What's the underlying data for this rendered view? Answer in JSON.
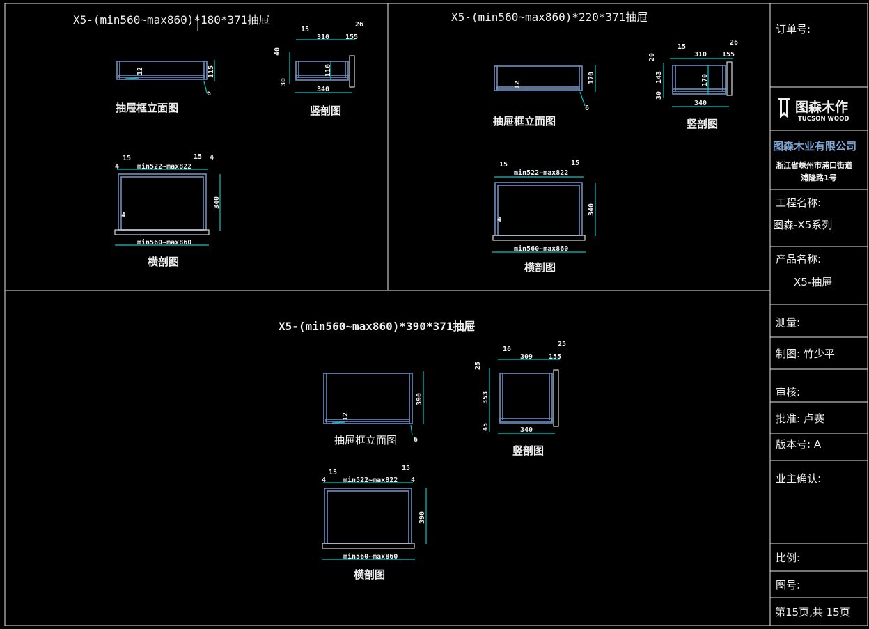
{
  "panels": [
    {
      "title": "X5-(min560~max860)*180*371抽屉",
      "elevation": {
        "label": "抽屉框立面图",
        "d_bottom": "12",
        "d_height": "115",
        "d_gap": "6"
      },
      "section": {
        "label": "竖剖图",
        "d_a": "15",
        "d_b": "310",
        "d_c": "155",
        "d_d": "26",
        "d_top": "40",
        "d_bot": "30",
        "d_inner": "110",
        "d_width": "340"
      },
      "plan": {
        "label": "横剖图",
        "d_l15": "15",
        "d_r15": "15",
        "d_r4": "4",
        "d_l4": "4",
        "d_inner_w": "min522~max822",
        "d_depth": "340",
        "d_b4": "4",
        "d_outer_w": "min560~max860"
      }
    },
    {
      "title": "X5-(min560~max860)*220*371抽屉",
      "elevation": {
        "label": "抽屉框立面图",
        "d_bottom": "12",
        "d_height": "170",
        "d_gap": "6"
      },
      "section": {
        "label": "竖剖图",
        "d_a": "15",
        "d_b": "310",
        "d_c": "155",
        "d_d": "26",
        "d_top": "20",
        "d_mid": "143",
        "d_bot": "30",
        "d_inner": "170",
        "d_width": "340"
      },
      "plan": {
        "label": "横剖图",
        "d_l15": "15",
        "d_r15": "15",
        "d_inner_w": "min522~max822",
        "d_depth": "340",
        "d_b4": "4",
        "d_outer_w": "min560~max860"
      }
    },
    {
      "title": "X5-(min560~max860)*390*371抽屉",
      "elevation": {
        "label": "抽屉框立面图",
        "d_bottom": "12",
        "d_height": "390",
        "d_gap": "6"
      },
      "section": {
        "label": "竖剖图",
        "d_a": "16",
        "d_b": "309",
        "d_c": "155",
        "d_d": "25",
        "d_top": "25",
        "d_mid": "353",
        "d_bot": "45",
        "d_width": "340"
      },
      "plan": {
        "label": "横剖图",
        "d_l15": "15",
        "d_r15": "15",
        "d_l4": "4",
        "d_r4": "4",
        "d_inner_w": "min522~max822",
        "d_depth": "390",
        "d_outer_w": "min560~max860"
      }
    }
  ],
  "title_block": {
    "order_no": "订单号:",
    "logo_cn": "图森木作",
    "logo_en": "TUCSON WOOD",
    "company": "图森木业有限公司",
    "address_1": "浙江省嵊州市浦口街道",
    "address_2": "浦隆路1号",
    "project_label": "工程名称:",
    "project_value": "图森-X5系列",
    "product_label": "产品名称:",
    "product_value": "X5-抽屉",
    "measure": "测量:",
    "drawn": "制图: 竹少平",
    "review": "审核:",
    "approve": "批准: 卢赛",
    "version": "版本号:  A",
    "owner_confirm": "业主确认:",
    "scale": "比例:",
    "drawing_no": "图号:",
    "page": "第15页,共 15页"
  }
}
